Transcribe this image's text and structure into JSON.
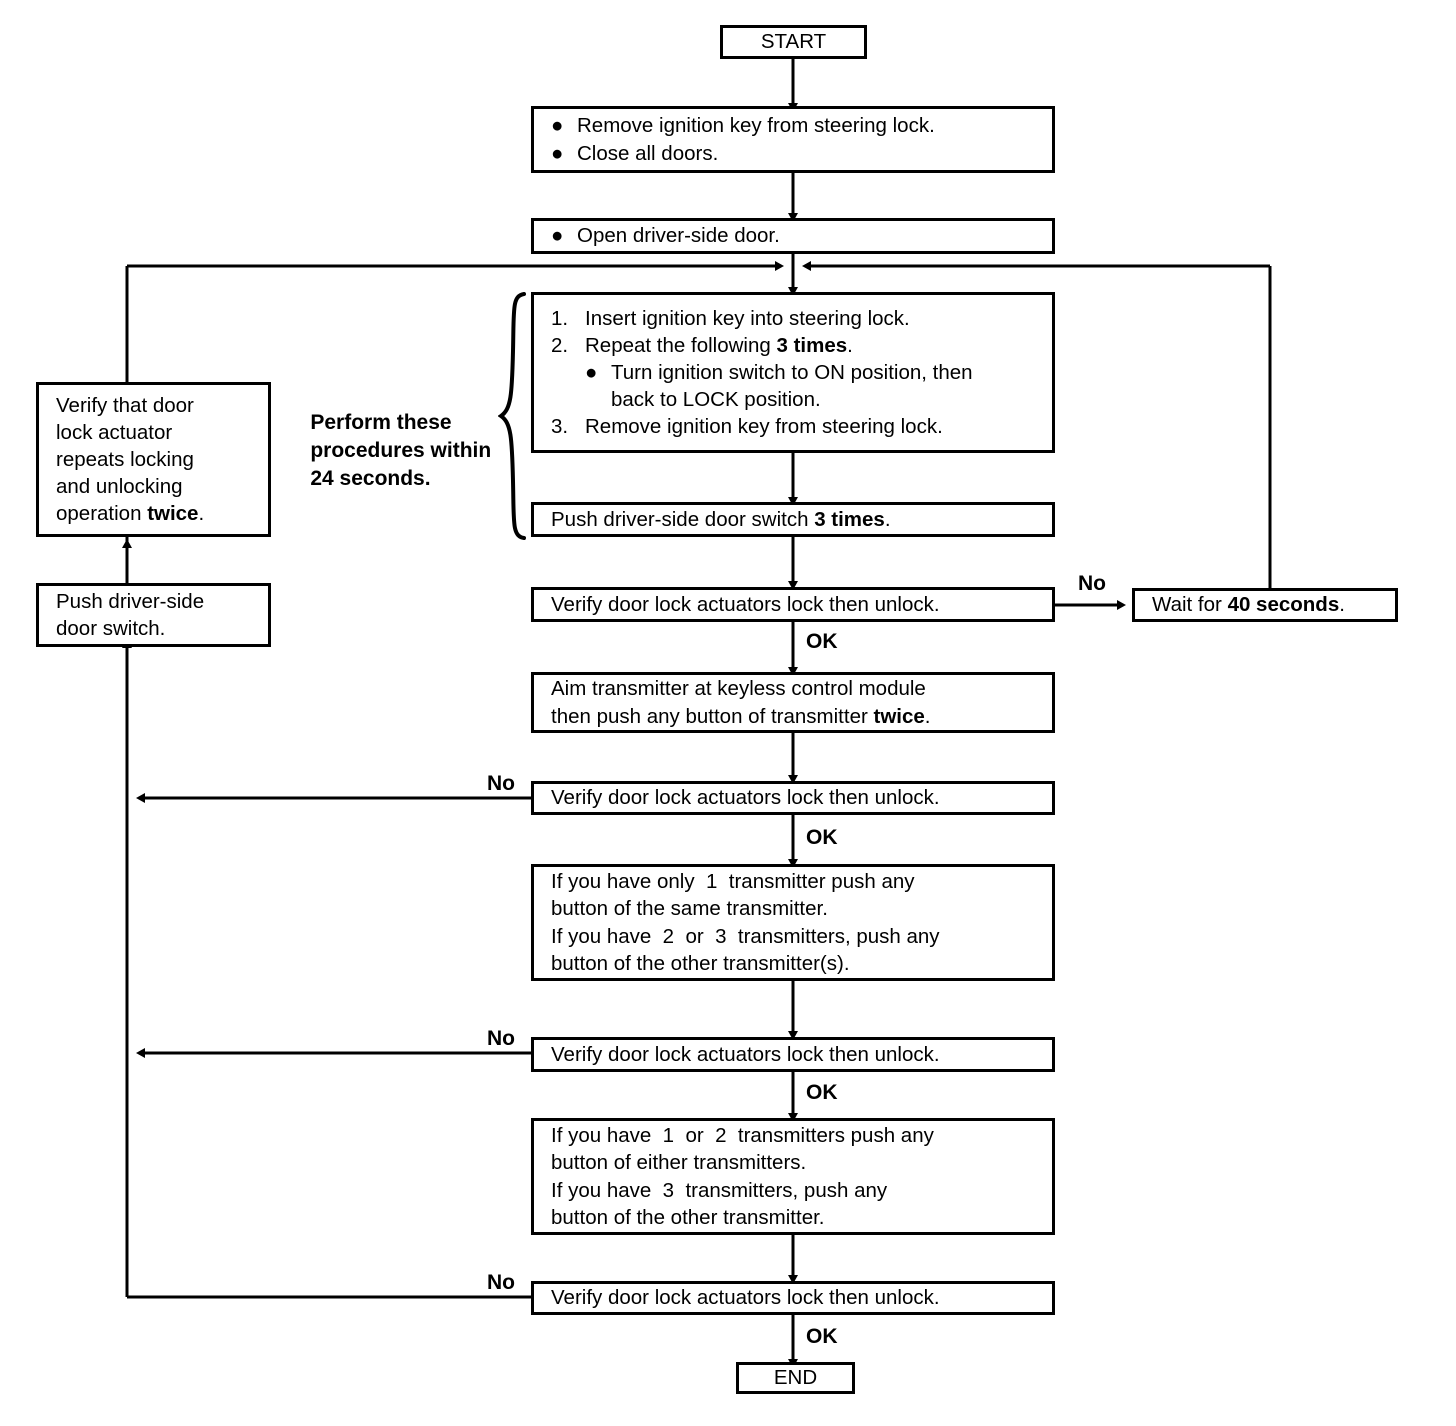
{
  "diagram": {
    "title": "Keyless entry transmitter programming procedure flowchart",
    "accent": "#000000",
    "background": "#ffffff"
  },
  "terminals": {
    "start": "START",
    "end": "END"
  },
  "nodes": {
    "prep": {
      "bullets": [
        "Remove ignition key from steering lock.",
        "Close all doors."
      ]
    },
    "open_door": {
      "bullets": [
        "Open driver-side door."
      ]
    },
    "key_cycle": {
      "step1_num": "1.",
      "step1": "Insert ignition key into steering lock.",
      "step2_num": "2.",
      "step2_a": "Repeat the following ",
      "step2_b": "3 times",
      "step2_c": ".",
      "sub_line1": "Turn ignition switch to ON position, then",
      "sub_line2": "back to LOCK position.",
      "step3_num": "3.",
      "step3": "Remove ignition key from steering lock."
    },
    "push_switch_3": {
      "a": "Push driver-side door switch ",
      "b": "3 times",
      "c": "."
    },
    "verify1": "Verify door lock actuators lock then unlock.",
    "wait40": {
      "a": "Wait for ",
      "b": "40 seconds",
      "c": "."
    },
    "aim_transmitter": {
      "line1": "Aim transmitter at keyless control module",
      "line2_a": "then push any button of transmitter ",
      "line2_b": "twice",
      "line2_c": "."
    },
    "verify2": "Verify door lock actuators lock then unlock.",
    "transmitter_a": {
      "line1": "If you have only  1  transmitter push any",
      "line2": "button of the same transmitter.",
      "line3": "If you have  2  or  3  transmitters, push any",
      "line4": "button of the other transmitter(s)."
    },
    "verify3": "Verify door lock actuators lock then unlock.",
    "transmitter_b": {
      "line1": "If you have  1  or  2  transmitters push any",
      "line2": "button of either transmitters.",
      "line3": "If you have  3  transmitters, push any",
      "line4": "button of the other transmitter."
    },
    "verify4": "Verify door lock actuators lock then unlock.",
    "verify_repeat": {
      "line1": "Verify that door",
      "line2": "lock actuator",
      "line3": "repeats locking",
      "line4": "and unlocking",
      "line5_a": "operation ",
      "line5_b": "twice",
      "line5_c": "."
    },
    "push_switch": {
      "line1": "Push driver-side",
      "line2": "door switch."
    }
  },
  "annotations": {
    "perform_note": {
      "line1": "Perform these",
      "line2": "procedures within",
      "line3": "24 seconds."
    }
  },
  "edge_labels": {
    "no_1": "No",
    "ok_1": "OK",
    "no_2": "No",
    "ok_2": "OK",
    "no_3": "No",
    "ok_3": "OK",
    "no_4": "No",
    "ok_4": "OK"
  }
}
